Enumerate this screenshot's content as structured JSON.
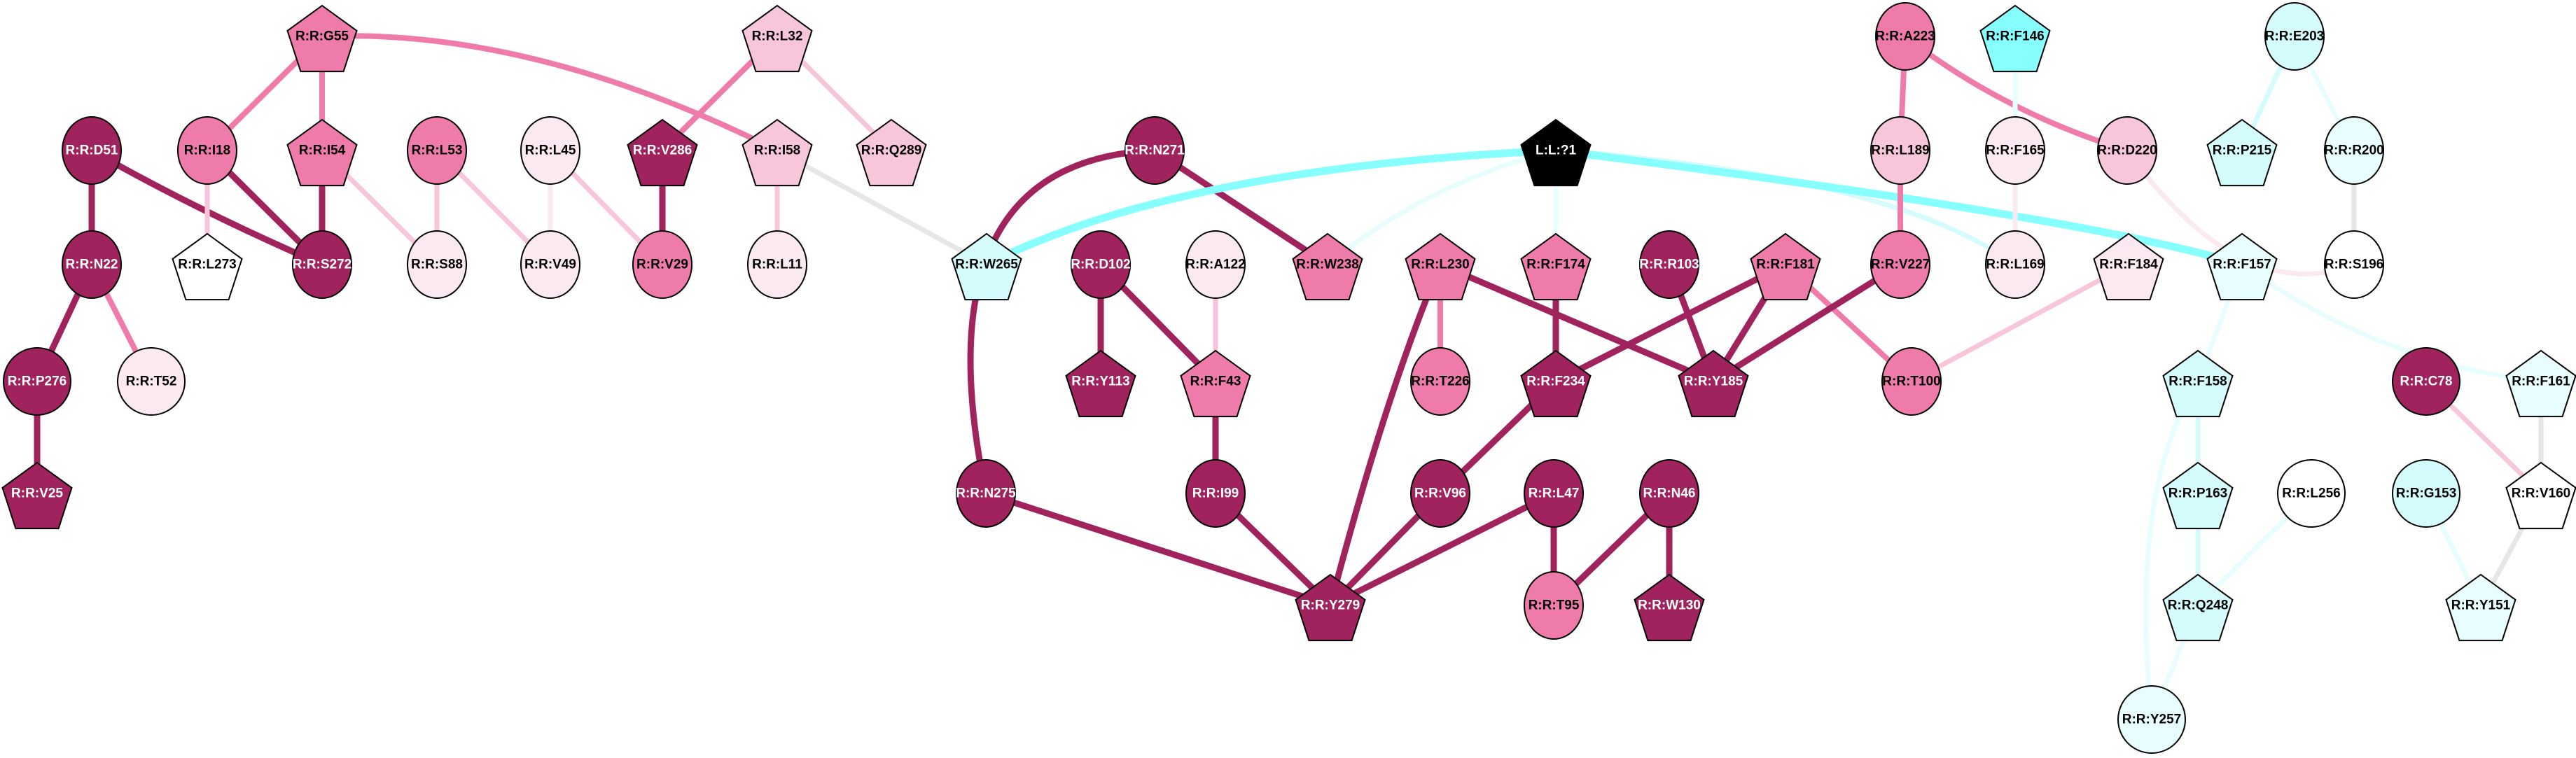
{
  "palette": {
    "dark": "#A0235E",
    "medium": "#EF7BAA",
    "light": "#F8C6DB",
    "pale": "#FBE9F2",
    "white": "#FFFFFF",
    "cyan": "#88FFFF",
    "light_cyan": "#D4FCFC",
    "pale_cyan": "#E8FDFD",
    "ligand": "#000000",
    "grey": "#E6E6E6"
  },
  "nodes": [
    {
      "id": "G55",
      "label": "R:R:G55",
      "shape": "pentagon",
      "fill": "medium",
      "text": "dark-text"
    },
    {
      "id": "L32",
      "label": "R:R:L32",
      "shape": "pentagon",
      "fill": "light",
      "text": "dark-text"
    },
    {
      "id": "A223",
      "label": "R:R:A223",
      "shape": "ellipse",
      "fill": "medium",
      "text": "dark-text"
    },
    {
      "id": "F146",
      "label": "R:R:F146",
      "shape": "pentagon",
      "fill": "cyan",
      "text": "dark-text"
    },
    {
      "id": "E203",
      "label": "R:R:E203",
      "shape": "ellipse",
      "fill": "light_cyan",
      "text": "dark-text"
    },
    {
      "id": "D51",
      "label": "R:R:D51",
      "shape": "ellipse",
      "fill": "dark",
      "text": "light-text"
    },
    {
      "id": "I18",
      "label": "R:R:I18",
      "shape": "ellipse",
      "fill": "medium",
      "text": "dark-text"
    },
    {
      "id": "I54",
      "label": "R:R:I54",
      "shape": "pentagon",
      "fill": "medium",
      "text": "dark-text"
    },
    {
      "id": "L53",
      "label": "R:R:L53",
      "shape": "ellipse",
      "fill": "medium",
      "text": "dark-text"
    },
    {
      "id": "L45",
      "label": "R:R:L45",
      "shape": "ellipse",
      "fill": "pale",
      "text": "dark-text"
    },
    {
      "id": "V286",
      "label": "R:R:V286",
      "shape": "pentagon",
      "fill": "dark",
      "text": "light-text"
    },
    {
      "id": "I58",
      "label": "R:R:I58",
      "shape": "pentagon",
      "fill": "light",
      "text": "dark-text"
    },
    {
      "id": "Q289",
      "label": "R:R:Q289",
      "shape": "pentagon",
      "fill": "light",
      "text": "dark-text"
    },
    {
      "id": "N271",
      "label": "R:R:N271",
      "shape": "ellipse",
      "fill": "dark",
      "text": "light-text"
    },
    {
      "id": "LIG",
      "label": "L:L:?1",
      "shape": "pentagon",
      "fill": "ligand",
      "text": "light-text"
    },
    {
      "id": "L189",
      "label": "R:R:L189",
      "shape": "ellipse",
      "fill": "light",
      "text": "dark-text"
    },
    {
      "id": "F165",
      "label": "R:R:F165",
      "shape": "ellipse",
      "fill": "pale",
      "text": "dark-text"
    },
    {
      "id": "D220",
      "label": "R:R:D220",
      "shape": "ellipse",
      "fill": "light",
      "text": "dark-text"
    },
    {
      "id": "P215",
      "label": "R:R:P215",
      "shape": "pentagon",
      "fill": "light_cyan",
      "text": "dark-text"
    },
    {
      "id": "R200",
      "label": "R:R:R200",
      "shape": "ellipse",
      "fill": "pale_cyan",
      "text": "dark-text"
    },
    {
      "id": "N22",
      "label": "R:R:N22",
      "shape": "ellipse",
      "fill": "dark",
      "text": "light-text"
    },
    {
      "id": "L273",
      "label": "R:R:L273",
      "shape": "pentagon",
      "fill": "white",
      "text": "dark-text"
    },
    {
      "id": "S272",
      "label": "R:R:S272",
      "shape": "ellipse",
      "fill": "dark",
      "text": "light-text"
    },
    {
      "id": "S88",
      "label": "R:R:S88",
      "shape": "ellipse",
      "fill": "pale",
      "text": "dark-text"
    },
    {
      "id": "V49",
      "label": "R:R:V49",
      "shape": "ellipse",
      "fill": "pale",
      "text": "dark-text"
    },
    {
      "id": "V29",
      "label": "R:R:V29",
      "shape": "ellipse",
      "fill": "medium",
      "text": "dark-text"
    },
    {
      "id": "L11",
      "label": "R:R:L11",
      "shape": "ellipse",
      "fill": "pale",
      "text": "dark-text"
    },
    {
      "id": "W265",
      "label": "R:R:W265",
      "shape": "pentagon",
      "fill": "light_cyan",
      "text": "dark-text"
    },
    {
      "id": "D102",
      "label": "R:R:D102",
      "shape": "ellipse",
      "fill": "dark",
      "text": "light-text"
    },
    {
      "id": "A122",
      "label": "R:R:A122",
      "shape": "ellipse",
      "fill": "pale",
      "text": "dark-text"
    },
    {
      "id": "W238",
      "label": "R:R:W238",
      "shape": "pentagon",
      "fill": "medium",
      "text": "dark-text"
    },
    {
      "id": "L230",
      "label": "R:R:L230",
      "shape": "pentagon",
      "fill": "medium",
      "text": "dark-text"
    },
    {
      "id": "F174",
      "label": "R:R:F174",
      "shape": "pentagon",
      "fill": "medium",
      "text": "dark-text"
    },
    {
      "id": "R103",
      "label": "R:R:R103",
      "shape": "ellipse",
      "fill": "dark",
      "text": "light-text"
    },
    {
      "id": "F181",
      "label": "R:R:F181",
      "shape": "pentagon",
      "fill": "medium",
      "text": "dark-text"
    },
    {
      "id": "V227",
      "label": "R:R:V227",
      "shape": "ellipse",
      "fill": "medium",
      "text": "dark-text"
    },
    {
      "id": "L169",
      "label": "R:R:L169",
      "shape": "ellipse",
      "fill": "pale",
      "text": "dark-text"
    },
    {
      "id": "F184",
      "label": "R:R:F184",
      "shape": "pentagon",
      "fill": "pale",
      "text": "dark-text"
    },
    {
      "id": "F157",
      "label": "R:R:F157",
      "shape": "pentagon",
      "fill": "pale_cyan",
      "text": "dark-text"
    },
    {
      "id": "S196",
      "label": "R:R:S196",
      "shape": "ellipse",
      "fill": "white",
      "text": "dark-text"
    },
    {
      "id": "P276",
      "label": "R:R:P276",
      "shape": "ellipse",
      "fill": "dark",
      "text": "light-text"
    },
    {
      "id": "T52",
      "label": "R:R:T52",
      "shape": "ellipse",
      "fill": "pale",
      "text": "dark-text"
    },
    {
      "id": "Y113",
      "label": "R:R:Y113",
      "shape": "pentagon",
      "fill": "dark",
      "text": "light-text"
    },
    {
      "id": "F43",
      "label": "R:R:F43",
      "shape": "pentagon",
      "fill": "medium",
      "text": "dark-text"
    },
    {
      "id": "T226",
      "label": "R:R:T226",
      "shape": "ellipse",
      "fill": "medium",
      "text": "dark-text"
    },
    {
      "id": "F234",
      "label": "R:R:F234",
      "shape": "pentagon",
      "fill": "dark",
      "text": "light-text"
    },
    {
      "id": "Y185",
      "label": "R:R:Y185",
      "shape": "pentagon",
      "fill": "dark",
      "text": "light-text"
    },
    {
      "id": "T100",
      "label": "R:R:T100",
      "shape": "ellipse",
      "fill": "medium",
      "text": "dark-text"
    },
    {
      "id": "F158",
      "label": "R:R:F158",
      "shape": "pentagon",
      "fill": "light_cyan",
      "text": "dark-text"
    },
    {
      "id": "C78",
      "label": "R:R:C78",
      "shape": "ellipse",
      "fill": "dark",
      "text": "light-text"
    },
    {
      "id": "F161",
      "label": "R:R:F161",
      "shape": "pentagon",
      "fill": "pale_cyan",
      "text": "dark-text"
    },
    {
      "id": "V25",
      "label": "R:R:V25",
      "shape": "pentagon",
      "fill": "dark",
      "text": "light-text"
    },
    {
      "id": "N275",
      "label": "R:R:N275",
      "shape": "ellipse",
      "fill": "dark",
      "text": "light-text"
    },
    {
      "id": "I99",
      "label": "R:R:I99",
      "shape": "ellipse",
      "fill": "dark",
      "text": "light-text"
    },
    {
      "id": "V96",
      "label": "R:R:V96",
      "shape": "ellipse",
      "fill": "dark",
      "text": "light-text"
    },
    {
      "id": "L47",
      "label": "R:R:L47",
      "shape": "ellipse",
      "fill": "dark",
      "text": "light-text"
    },
    {
      "id": "N46",
      "label": "R:R:N46",
      "shape": "ellipse",
      "fill": "dark",
      "text": "light-text"
    },
    {
      "id": "P163",
      "label": "R:R:P163",
      "shape": "pentagon",
      "fill": "light_cyan",
      "text": "dark-text"
    },
    {
      "id": "L256",
      "label": "R:R:L256",
      "shape": "ellipse",
      "fill": "white",
      "text": "dark-text"
    },
    {
      "id": "G153",
      "label": "R:R:G153",
      "shape": "ellipse",
      "fill": "light_cyan",
      "text": "dark-text"
    },
    {
      "id": "V160",
      "label": "R:R:V160",
      "shape": "pentagon",
      "fill": "white",
      "text": "dark-text"
    },
    {
      "id": "Y279",
      "label": "R:R:Y279",
      "shape": "pentagon",
      "fill": "dark",
      "text": "light-text"
    },
    {
      "id": "T95",
      "label": "R:R:T95",
      "shape": "ellipse",
      "fill": "medium",
      "text": "dark-text"
    },
    {
      "id": "W130",
      "label": "R:R:W130",
      "shape": "pentagon",
      "fill": "dark",
      "text": "light-text"
    },
    {
      "id": "Q248",
      "label": "R:R:Q248",
      "shape": "pentagon",
      "fill": "light_cyan",
      "text": "dark-text"
    },
    {
      "id": "Y151",
      "label": "R:R:Y151",
      "shape": "pentagon",
      "fill": "pale_cyan",
      "text": "dark-text"
    },
    {
      "id": "Y257",
      "label": "R:R:Y257",
      "shape": "ellipse",
      "fill": "pale_cyan",
      "text": "dark-text"
    }
  ],
  "edges": [
    {
      "from": "G55",
      "to": "I18",
      "color": "medium"
    },
    {
      "from": "G55",
      "to": "I54",
      "color": "medium"
    },
    {
      "from": "G55",
      "to": "I58",
      "color": "medium"
    },
    {
      "from": "L32",
      "to": "V286",
      "color": "medium"
    },
    {
      "from": "L32",
      "to": "Q289",
      "color": "light"
    },
    {
      "from": "D51",
      "to": "N22",
      "color": "dark"
    },
    {
      "from": "D51",
      "to": "S272",
      "color": "dark"
    },
    {
      "from": "I18",
      "to": "S272",
      "color": "dark"
    },
    {
      "from": "I18",
      "to": "L273",
      "color": "light"
    },
    {
      "from": "I54",
      "to": "S272",
      "color": "dark"
    },
    {
      "from": "I54",
      "to": "S88",
      "color": "light"
    },
    {
      "from": "L53",
      "to": "S88",
      "color": "light"
    },
    {
      "from": "L53",
      "to": "V49",
      "color": "light"
    },
    {
      "from": "L45",
      "to": "V49",
      "color": "pale"
    },
    {
      "from": "L45",
      "to": "V29",
      "color": "light"
    },
    {
      "from": "V286",
      "to": "V29",
      "color": "dark"
    },
    {
      "from": "I58",
      "to": "L11",
      "color": "light"
    },
    {
      "from": "I58",
      "to": "W265",
      "color": "grey"
    },
    {
      "from": "N22",
      "to": "P276",
      "color": "dark"
    },
    {
      "from": "N22",
      "to": "T52",
      "color": "medium"
    },
    {
      "from": "P276",
      "to": "V25",
      "color": "dark"
    },
    {
      "from": "N271",
      "to": "N275",
      "color": "dark"
    },
    {
      "from": "N271",
      "to": "W238",
      "color": "dark"
    },
    {
      "from": "LIG",
      "to": "W265",
      "color": "cyan"
    },
    {
      "from": "LIG",
      "to": "W238",
      "color": "pale_cyan"
    },
    {
      "from": "LIG",
      "to": "F174",
      "color": "pale_cyan"
    },
    {
      "from": "LIG",
      "to": "L169",
      "color": "light_cyan"
    },
    {
      "from": "LIG",
      "to": "F157",
      "color": "cyan"
    },
    {
      "from": "D102",
      "to": "Y113",
      "color": "dark"
    },
    {
      "from": "D102",
      "to": "F43",
      "color": "dark"
    },
    {
      "from": "A122",
      "to": "F43",
      "color": "light"
    },
    {
      "from": "F43",
      "to": "I99",
      "color": "dark"
    },
    {
      "from": "L230",
      "to": "T226",
      "color": "medium"
    },
    {
      "from": "L230",
      "to": "Y185",
      "color": "dark"
    },
    {
      "from": "L230",
      "to": "Y279",
      "color": "dark"
    },
    {
      "from": "F174",
      "to": "F234",
      "color": "dark"
    },
    {
      "from": "R103",
      "to": "Y185",
      "color": "dark"
    },
    {
      "from": "F181",
      "to": "Y185",
      "color": "dark"
    },
    {
      "from": "F181",
      "to": "F234",
      "color": "dark"
    },
    {
      "from": "F181",
      "to": "T100",
      "color": "medium"
    },
    {
      "from": "V227",
      "to": "Y185",
      "color": "dark"
    },
    {
      "from": "F234",
      "to": "V96",
      "color": "dark"
    },
    {
      "from": "F184",
      "to": "T100",
      "color": "light"
    },
    {
      "from": "A223",
      "to": "L189",
      "color": "medium"
    },
    {
      "from": "A223",
      "to": "D220",
      "color": "medium"
    },
    {
      "from": "L189",
      "to": "V227",
      "color": "medium"
    },
    {
      "from": "F146",
      "to": "F165",
      "color": "pale_cyan"
    },
    {
      "from": "F165",
      "to": "L169",
      "color": "pale"
    },
    {
      "from": "D220",
      "to": "S196",
      "color": "pale"
    },
    {
      "from": "E203",
      "to": "P215",
      "color": "light_cyan"
    },
    {
      "from": "E203",
      "to": "R200",
      "color": "pale_cyan"
    },
    {
      "from": "R200",
      "to": "S196",
      "color": "grey"
    },
    {
      "from": "F157",
      "to": "F158",
      "color": "pale_cyan"
    },
    {
      "from": "F157",
      "to": "F161",
      "color": "pale_cyan"
    },
    {
      "from": "F158",
      "to": "P163",
      "color": "light_cyan"
    },
    {
      "from": "F158",
      "to": "Y257",
      "color": "pale_cyan"
    },
    {
      "from": "P163",
      "to": "Q248",
      "color": "light_cyan"
    },
    {
      "from": "L256",
      "to": "Q248",
      "color": "pale_cyan"
    },
    {
      "from": "Q248",
      "to": "Y257",
      "color": "pale_cyan"
    },
    {
      "from": "C78",
      "to": "V160",
      "color": "light"
    },
    {
      "from": "F161",
      "to": "V160",
      "color": "grey"
    },
    {
      "from": "G153",
      "to": "Y151",
      "color": "pale_cyan"
    },
    {
      "from": "V160",
      "to": "Y151",
      "color": "grey"
    },
    {
      "from": "N275",
      "to": "Y279",
      "color": "dark"
    },
    {
      "from": "I99",
      "to": "Y279",
      "color": "dark"
    },
    {
      "from": "V96",
      "to": "Y279",
      "color": "dark"
    },
    {
      "from": "L47",
      "to": "Y279",
      "color": "dark"
    },
    {
      "from": "L47",
      "to": "T95",
      "color": "dark"
    },
    {
      "from": "N46",
      "to": "T95",
      "color": "dark"
    },
    {
      "from": "N46",
      "to": "W130",
      "color": "dark"
    }
  ]
}
